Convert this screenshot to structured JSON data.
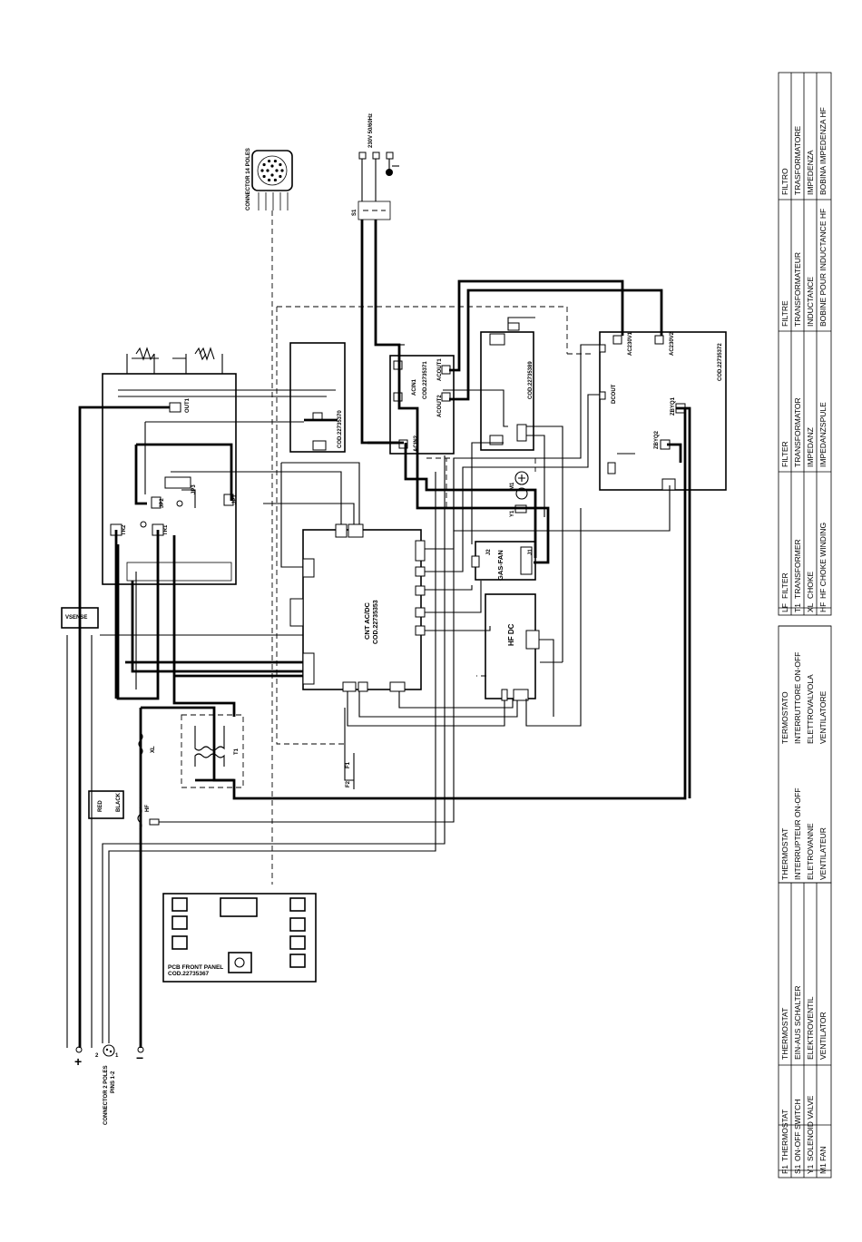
{
  "connectors": {
    "conn14": "CONNECTOR 14 POLES",
    "conn2": "CONNECTOR 2 POLES",
    "conn2_pins": "PINS 1-2",
    "plus": "+",
    "minus": "−",
    "mains": "230V 50/60Hz",
    "pin1": "1",
    "pin2": "2"
  },
  "boards": {
    "ctrl": "CNT AC/DC",
    "ctrl_code": "COD.22735353",
    "hfdc": "HF DC",
    "gasfan": "GAS-FAN",
    "front": "PCB FRONT PANEL",
    "front_code": "COD.22735367",
    "b370": "COD.22735370",
    "b371": "COD.22735371",
    "b389": "COD.22735389",
    "b372": "COD.22735372",
    "vsense": "VSENSE"
  },
  "terminals": {
    "out1": "OUT1",
    "tr1": "TR1",
    "tr2": "TR2",
    "jp1": "JP1",
    "jp2": "JP2",
    "jp3": "JP3",
    "acin1": "ACIN1",
    "acin2": "ACIN2",
    "acout1": "ACOUT1",
    "acout2": "ACOUT2",
    "ac230v1": "AC230V1",
    "ac230v2": "AC230V2",
    "dcout": "DCOUT",
    "zbyq1": "ZBYQ1",
    "zbyq2": "ZBYQ2",
    "j2": "J2",
    "j1": "J1",
    "s1": "S1",
    "y1": "Y1",
    "m1": "M1",
    "f1": "F1",
    "f2": "F2",
    "t1": "T1",
    "xl": "XL",
    "hf": "HF",
    "red": "RED",
    "black": "BLACK"
  },
  "legend": {
    "col1": [
      [
        "F1",
        "THERMOSTAT"
      ],
      [
        "S1",
        "ON-OFF SWITCH"
      ],
      [
        "Y1",
        "SOLENOID VALVE"
      ],
      [
        "M1",
        "FAN"
      ]
    ],
    "col1_de": [
      "THERMOSTAT",
      "EIN-AUS SCHALTER",
      "ELEKTROVENTIL",
      "VENTILATOR"
    ],
    "col1_fr": [
      "THERMOSTAT",
      "INTERRUPTEUR ON-OFF",
      "ELETROVANNE",
      "VENTILATEUR"
    ],
    "col1_it": [
      "TERMOSTATO",
      "INTERRUTTORE ON-OFF",
      "ELETTROVALVOLA",
      "VENTILATORE"
    ],
    "col2": [
      [
        "LF",
        "FILTER"
      ],
      [
        "T1",
        "TRANSFORMER"
      ],
      [
        "XL",
        "CHOKE"
      ],
      [
        "HF",
        "HF CHOKE WINDING"
      ]
    ],
    "col2_de": [
      "FILTER",
      "TRANSFORMATOR",
      "IMPEDANZ",
      "IMPEDANZSPULE"
    ],
    "col2_fr": [
      "FILTRE",
      "TRANSFORMATEUR",
      "INDUCTANCE",
      "BOBINE POUR INDUCTANCE HF"
    ],
    "col2_it": [
      "FILTRO",
      "TRASFORMATORE",
      "IMPEDENZA",
      "BOBINA IMPEDENZA HF"
    ]
  },
  "colors": {
    "ink": "#000000",
    "paper": "#ffffff"
  }
}
